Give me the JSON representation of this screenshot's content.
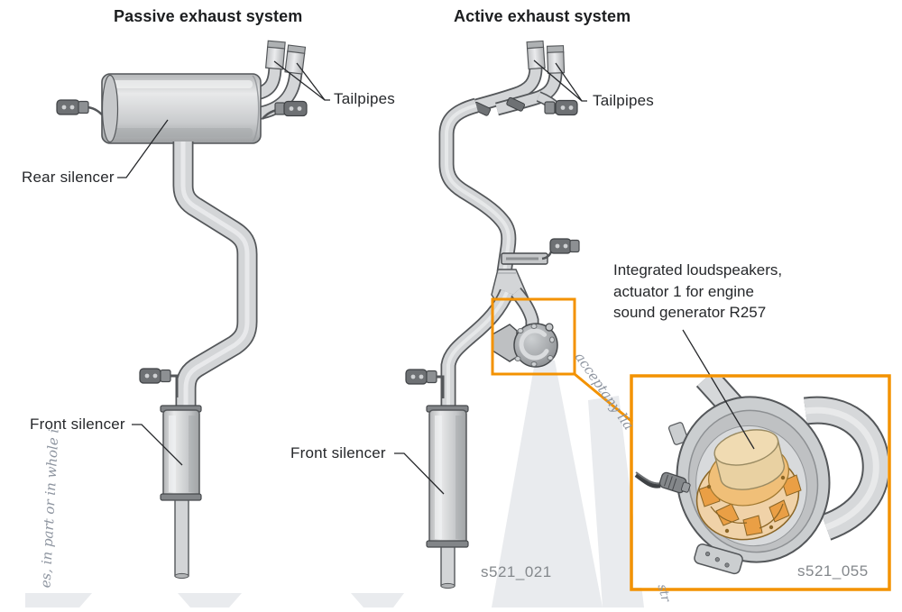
{
  "passive": {
    "title": "Passive exhaust system",
    "labels": {
      "tailpipes": "Tailpipes",
      "rear_silencer": "Rear silencer",
      "front_silencer": "Front silencer"
    }
  },
  "active": {
    "title": "Active exhaust system",
    "labels": {
      "tailpipes": "Tailpipes",
      "front_silencer": "Front silencer",
      "loudspeaker_note": "Integrated loudspeakers,\nactuator 1 for engine\nsound generator R257"
    }
  },
  "figure_codes": {
    "main": "s521_021",
    "inset": "s521_055"
  },
  "watermarks": {
    "left_fragment": "es, in part or in whole i",
    "diagonal_fragment": "acceptany lia",
    "bottom_fragment": "str"
  },
  "colors": {
    "highlight_orange": "#F39200",
    "pipe_gray": "#D3D5D7",
    "outline_gray": "#54575A",
    "label_text": "#26282B",
    "code_gray": "#84888C",
    "watermark_gray": "#E9EBEE",
    "speaker_tan": "#EAD2A4",
    "speaker_orange": "#EA9F45"
  }
}
